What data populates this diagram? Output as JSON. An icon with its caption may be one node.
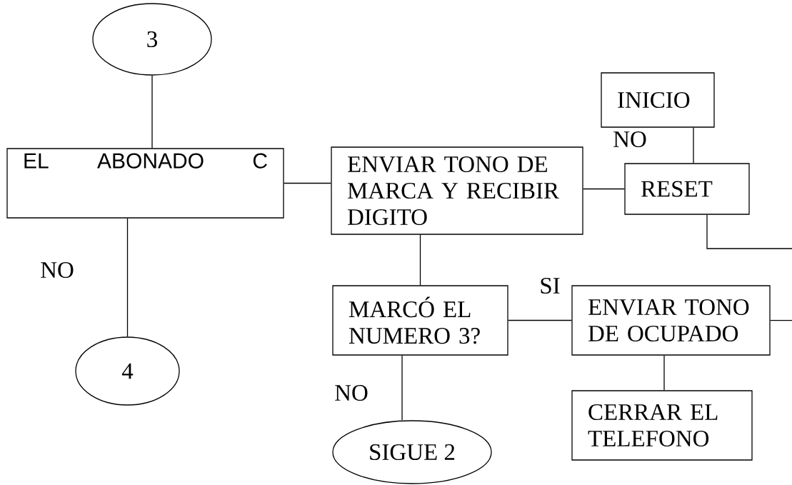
{
  "diagram": {
    "nodes": [
      {
        "text": [
          "3"
        ]
      },
      {
        "text": [
          "INICIO"
        ]
      },
      {
        "text": [
          "EL ABONADO C"
        ]
      },
      {
        "text": [
          "ENVIAR TONO DE MARCA Y RECIBIR DIGITO"
        ]
      },
      {
        "text": [
          "RESET"
        ]
      },
      {
        "text": [
          "MARCÓ EL NUMERO 3?"
        ]
      },
      {
        "text": [
          "ENVIAR TONO DE OCUPADO"
        ]
      },
      {
        "text": [
          "4"
        ]
      },
      {
        "text": [
          "CERRAR EL TELEFONO"
        ]
      },
      {
        "text": [
          "SIGUE 2"
        ]
      }
    ],
    "edges": [
      {
        "from": 0,
        "to": 2,
        "arrow": "none"
      },
      {
        "from": 1,
        "to": 4,
        "arrow": "none"
      },
      {
        "from": 2,
        "to": 3,
        "arrow": "none"
      },
      {
        "from": 3,
        "to": 4,
        "arrow": "none"
      },
      {
        "from": 3,
        "to": 5,
        "arrow": "none"
      },
      {
        "from": 5,
        "to": 6,
        "arrow": "none",
        "label": "SI"
      },
      {
        "from": 2,
        "to": 7,
        "arrow": "none",
        "label": "NO"
      },
      {
        "from": 5,
        "to": 9,
        "arrow": "none",
        "label": "NO"
      },
      {
        "from": 6,
        "to": 8,
        "arrow": "none"
      },
      {
        "from": 4,
        "to": null,
        "arrow": "none"
      },
      {
        "from": 6,
        "to": null,
        "arrow": "none"
      }
    ],
    "labels": [
      "NO"
    ]
  }
}
